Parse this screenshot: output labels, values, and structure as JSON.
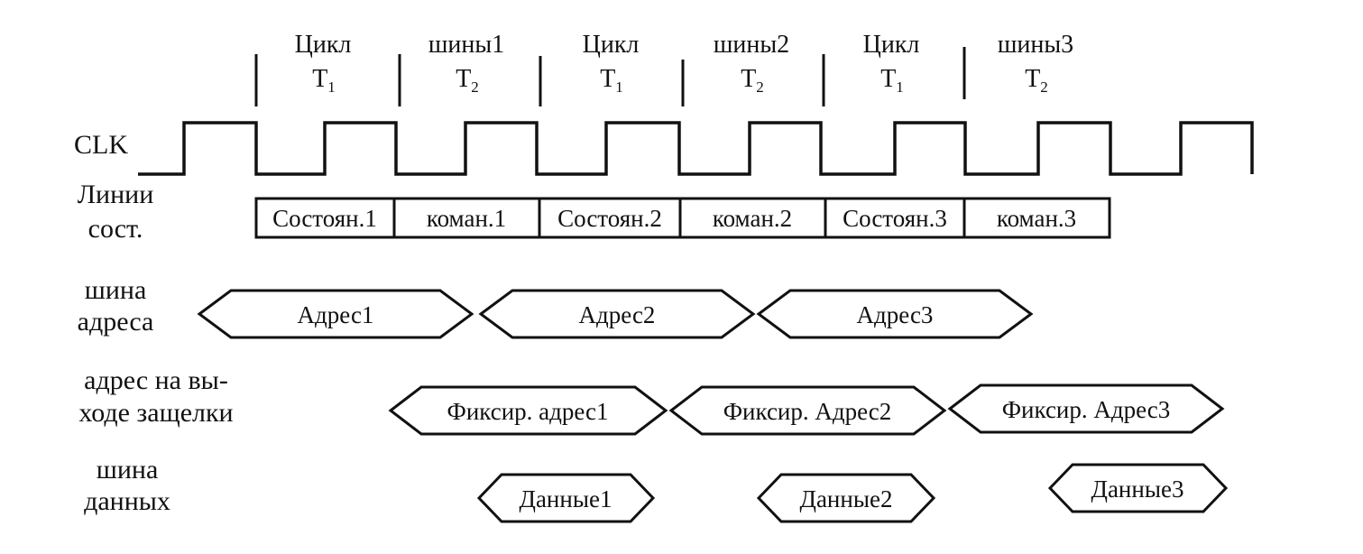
{
  "header_cycles": [
    {
      "top": "Цикл",
      "t": "T",
      "sub": "1"
    },
    {
      "top": "шины1",
      "t": "T",
      "sub": "2"
    },
    {
      "top": "Цикл",
      "t": "T",
      "sub": "1"
    },
    {
      "top": "шины2",
      "t": "T",
      "sub": "2"
    },
    {
      "top": "Цикл",
      "t": "T",
      "sub": "1"
    },
    {
      "top": "шины3",
      "t": "T",
      "sub": "2"
    }
  ],
  "row_labels": {
    "clk": "CLK",
    "status": [
      "Линии",
      "сост."
    ],
    "address_bus": [
      "шина",
      "адреса"
    ],
    "latch_output": [
      "адрес на вы-",
      "ходе защелки"
    ],
    "data_bus": [
      "шина",
      "данных"
    ]
  },
  "status_boxes": [
    "Состоян.1",
    "коман.1",
    "Состоян.2",
    "коман.2",
    "Состоян.3",
    "коман.3"
  ],
  "address_bus": [
    "Адрес1",
    "Адрес2",
    "Адрес3"
  ],
  "latch_output": [
    "Фиксир. адрес1",
    "Фиксир. Адрес2",
    "Фиксир. Адрес3"
  ],
  "data_bus": [
    "Данные1",
    "Данные2",
    "Данные3"
  ]
}
